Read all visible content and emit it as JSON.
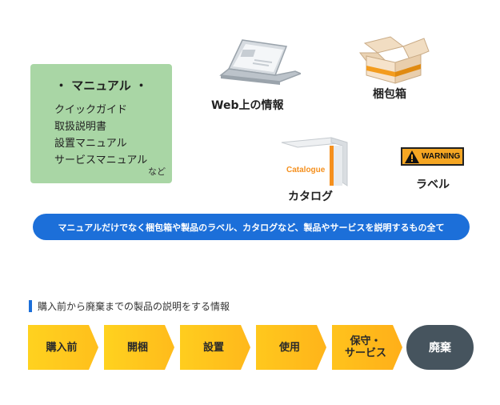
{
  "manual_card": {
    "title": "・ マニュアル ・",
    "items": [
      "クイックガイド",
      "取扱説明書",
      "設置マニュアル",
      "サービスマニュアル"
    ],
    "suffix": "など"
  },
  "web_info": {
    "label": "Web上の情報"
  },
  "box": {
    "label": "梱包箱"
  },
  "catalog": {
    "cover_text": "Catalogue",
    "label": "カタログ"
  },
  "warning_label": {
    "sign_text": "WARNING",
    "label": "ラベル"
  },
  "banner": {
    "text": "マニュアルだけでなく梱包箱や製品のラベル、カタログなど、製品やサービスを説明するもの全て"
  },
  "lifecycle": {
    "title": "購入前から廃棄までの製品の説明をする情報",
    "steps": [
      "購入前",
      "開梱",
      "設置",
      "使用",
      "保守・\nサービス"
    ],
    "final": "廃棄"
  },
  "colors": {
    "manual_card": "#a9d6a5",
    "banner": "#1c6fd9",
    "step_gradient": [
      "#ffd21f",
      "#ffb21a"
    ],
    "final_step": "#46545e",
    "warning_bg": "#f5a623",
    "catalog_stripe": "#f5901e"
  },
  "icons": [
    "laptop-icon",
    "cardboard-box-icon",
    "catalog-icon",
    "warning-triangle-icon"
  ]
}
